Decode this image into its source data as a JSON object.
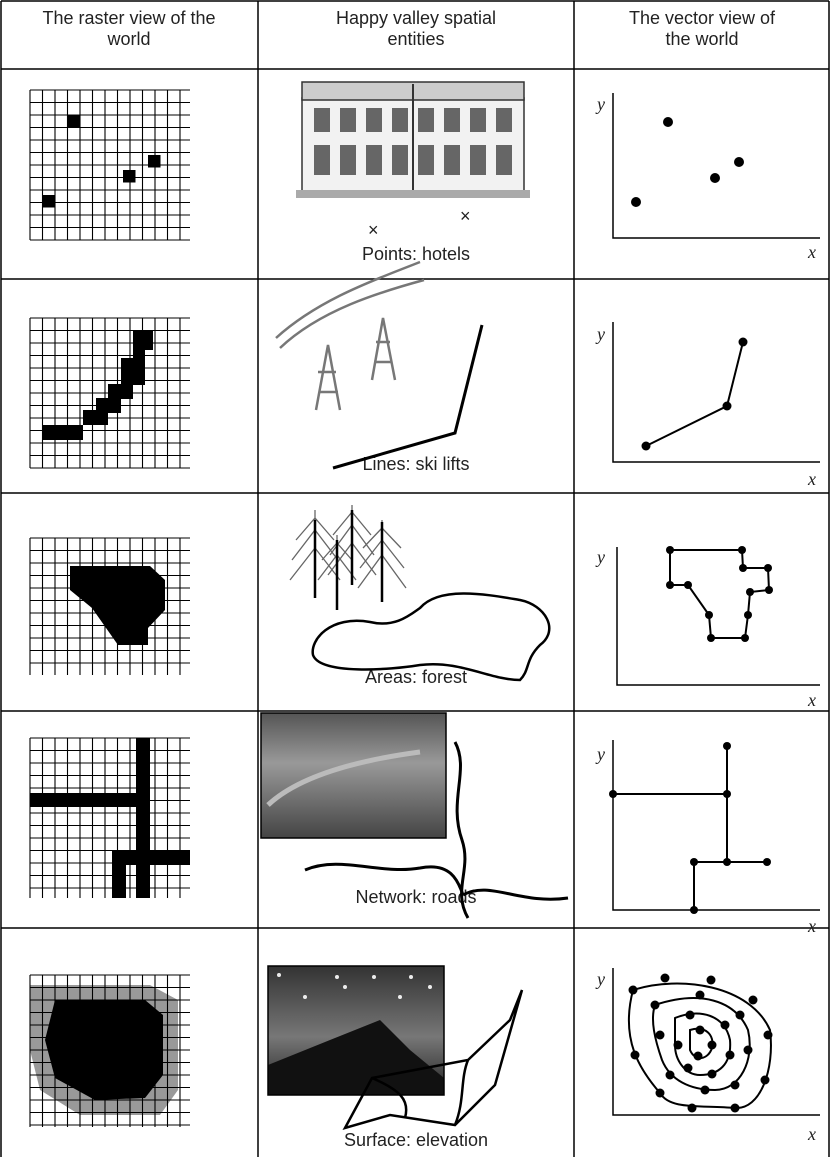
{
  "headers": {
    "raster": "The raster view of the world",
    "entities": "Happy valley spatial entities",
    "vector": "The vector view of the world"
  },
  "rows": [
    {
      "label": "Points: hotels"
    },
    {
      "label": "Lines: ski lifts"
    },
    {
      "label": "Areas: forest"
    },
    {
      "label": "Network: roads"
    },
    {
      "label": "Surface: elevation"
    }
  ],
  "axes": {
    "x": "x",
    "y": "y"
  }
}
